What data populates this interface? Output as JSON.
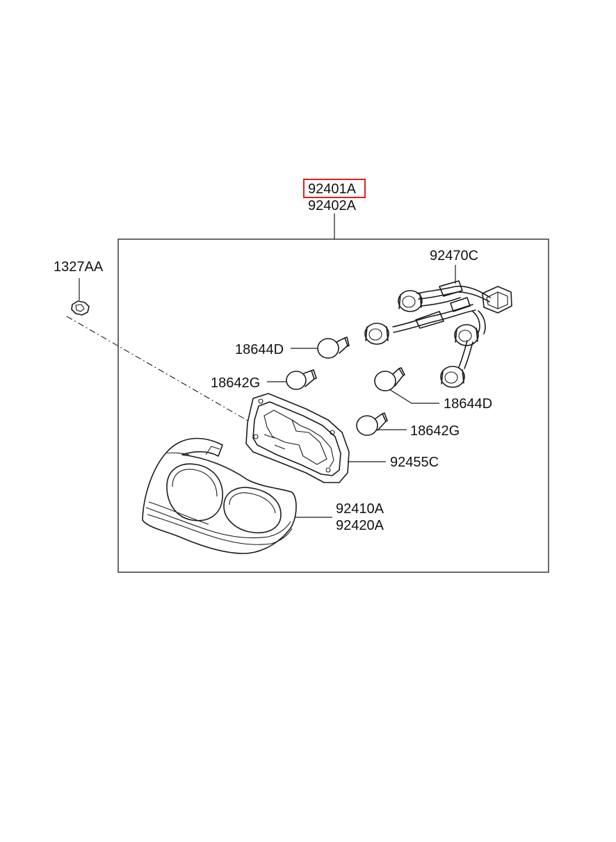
{
  "diagram": {
    "highlight_color": "#e0201b",
    "labels": {
      "assy_lh": "92401A",
      "assy_rh": "92402A",
      "screw": "1327AA",
      "harness": "92470C",
      "bulb_stop_upper": "18644D",
      "bulb_turn_left": "18642G",
      "bulb_stop_right": "18644D",
      "bulb_turn_right": "18642G",
      "gasket": "92455C",
      "lens_lh": "92410A",
      "lens_rh": "92420A"
    },
    "highlighted": "92401A"
  }
}
